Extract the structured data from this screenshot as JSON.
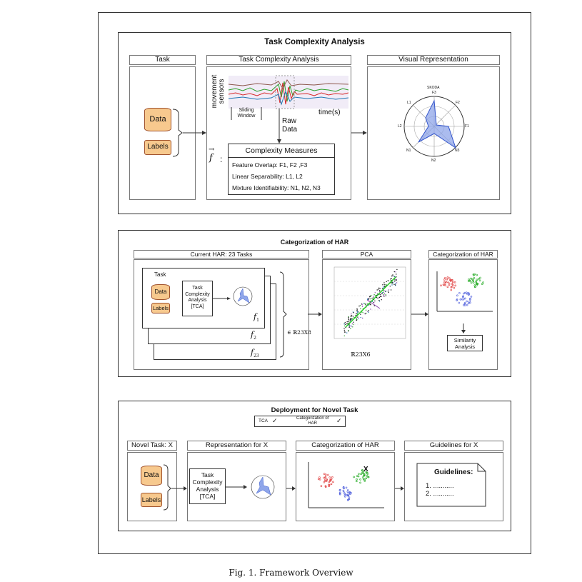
{
  "outer_frame": {},
  "panel1": {
    "title": "Task Complexity Analysis",
    "headers": {
      "task": "Task",
      "tca": "Task Complexity Analysis",
      "visual": "Visual Representation"
    },
    "data_label": "Data",
    "labels_label": "Labels",
    "signal_ylabel": "movement\nsensors",
    "signal_xlabel": "time(s)",
    "sliding_window": "Sliding\nWindow",
    "raw_data": "Raw\nData",
    "f_vector": "f",
    "f_colon": ":",
    "measures_title": "Complexity Measures",
    "measures": [
      "Feature Overlap: F1, F2 ,F3",
      "Linear Separability: L1, L2",
      "Mixture Identifiability: N1, N2, N3"
    ],
    "radar": {
      "title": "SKODA",
      "axes": [
        "F3",
        "F2",
        "F1",
        "N3",
        "N2",
        "N1",
        "L2",
        "L1"
      ]
    }
  },
  "panel2": {
    "title": "Categorization of HAR",
    "headers": {
      "current": "Current HAR: 23 Tasks",
      "pca": "PCA",
      "cat": "Categorization of HAR"
    },
    "task_label": "Task",
    "data_label": "Data",
    "labels_label": "Labels",
    "tca_box": "Task\nComplexity\nAnalysis\n[TCA]",
    "f_labels": [
      "1",
      "2",
      "23"
    ],
    "membership": "∈ ℝ23X8",
    "pca_dim": "ℝ23X6",
    "similarity": "Similarity\nAnalysis"
  },
  "panel3": {
    "title": "Deployment for Novel Task",
    "legend": {
      "tca": "TCA",
      "cat": "Categorization of\nHAR"
    },
    "headers": {
      "novel": "Novel Task: X",
      "repr": "Representation for X",
      "cat": "Categorization of HAR",
      "guide": "Guidelines for X"
    },
    "data_label": "Data",
    "labels_label": "Labels",
    "tca_box": "Task\nComplexity\nAnalysis\n[TCA]",
    "x_mark": "X",
    "guidelines_title": "Guidelines:",
    "guidelines_items": [
      "1. ...........",
      "2. ..........."
    ]
  },
  "caption": "Fig. 1.  Framework Overview"
}
